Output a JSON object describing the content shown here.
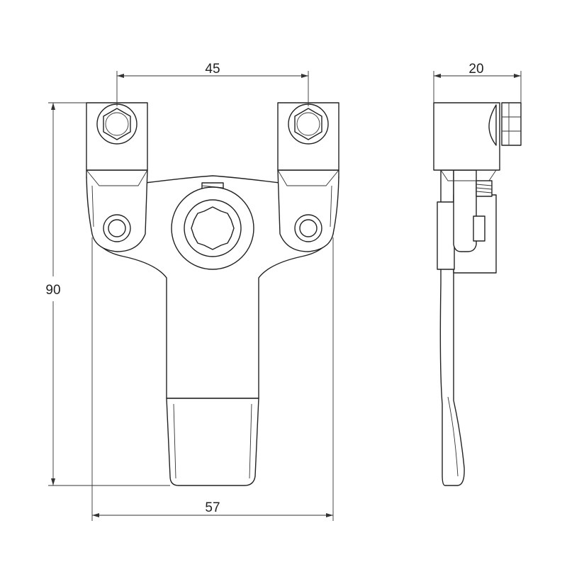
{
  "drawing": {
    "dimensions": {
      "hole_spacing": "45",
      "side_depth": "20",
      "overall_height": "90",
      "overall_width": "57"
    }
  }
}
